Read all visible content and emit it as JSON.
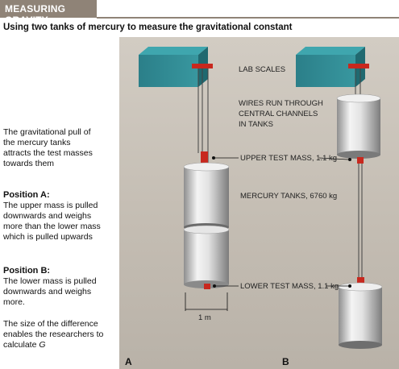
{
  "header": {
    "title": "MEASURING GRAVITY"
  },
  "subtitle": "Using two tanks of mercury to measure the gravitational constant",
  "sidebar": {
    "intro": [
      "The gravitational pull of",
      "the mercury tanks",
      "attracts the test masses",
      "towards them"
    ],
    "position_a_heading": "Position A:",
    "position_a_text": [
      "The upper mass is pulled",
      "downwards and weighs",
      "more than the lower mass",
      "which is pulled upwards"
    ],
    "position_b_heading": "Position B:",
    "position_b_text": [
      "The lower mass is pulled",
      "downwards and weighs",
      "more."
    ],
    "conclusion": [
      "The size of the difference",
      "enables the researchers to",
      "calculate "
    ],
    "conclusion_var": "G"
  },
  "diagram": {
    "lab_scales": "LAB SCALES",
    "wires": [
      "WIRES RUN THROUGH",
      "CENTRAL CHANNELS",
      "IN TANKS"
    ],
    "upper_mass": "UPPER TEST MASS, 1.1 kg",
    "tanks": "MERCURY TANKS, 6760 kg",
    "lower_mass": "LOWER TEST MASS, 1.1 kg",
    "scale_label": "1 m",
    "label_a": "A",
    "label_b": "B"
  },
  "colors": {
    "header_bg": "#8f8377",
    "scale_box": "#2f8a94",
    "test_mass": "#c8281e",
    "tank": "#d9d9d9"
  }
}
